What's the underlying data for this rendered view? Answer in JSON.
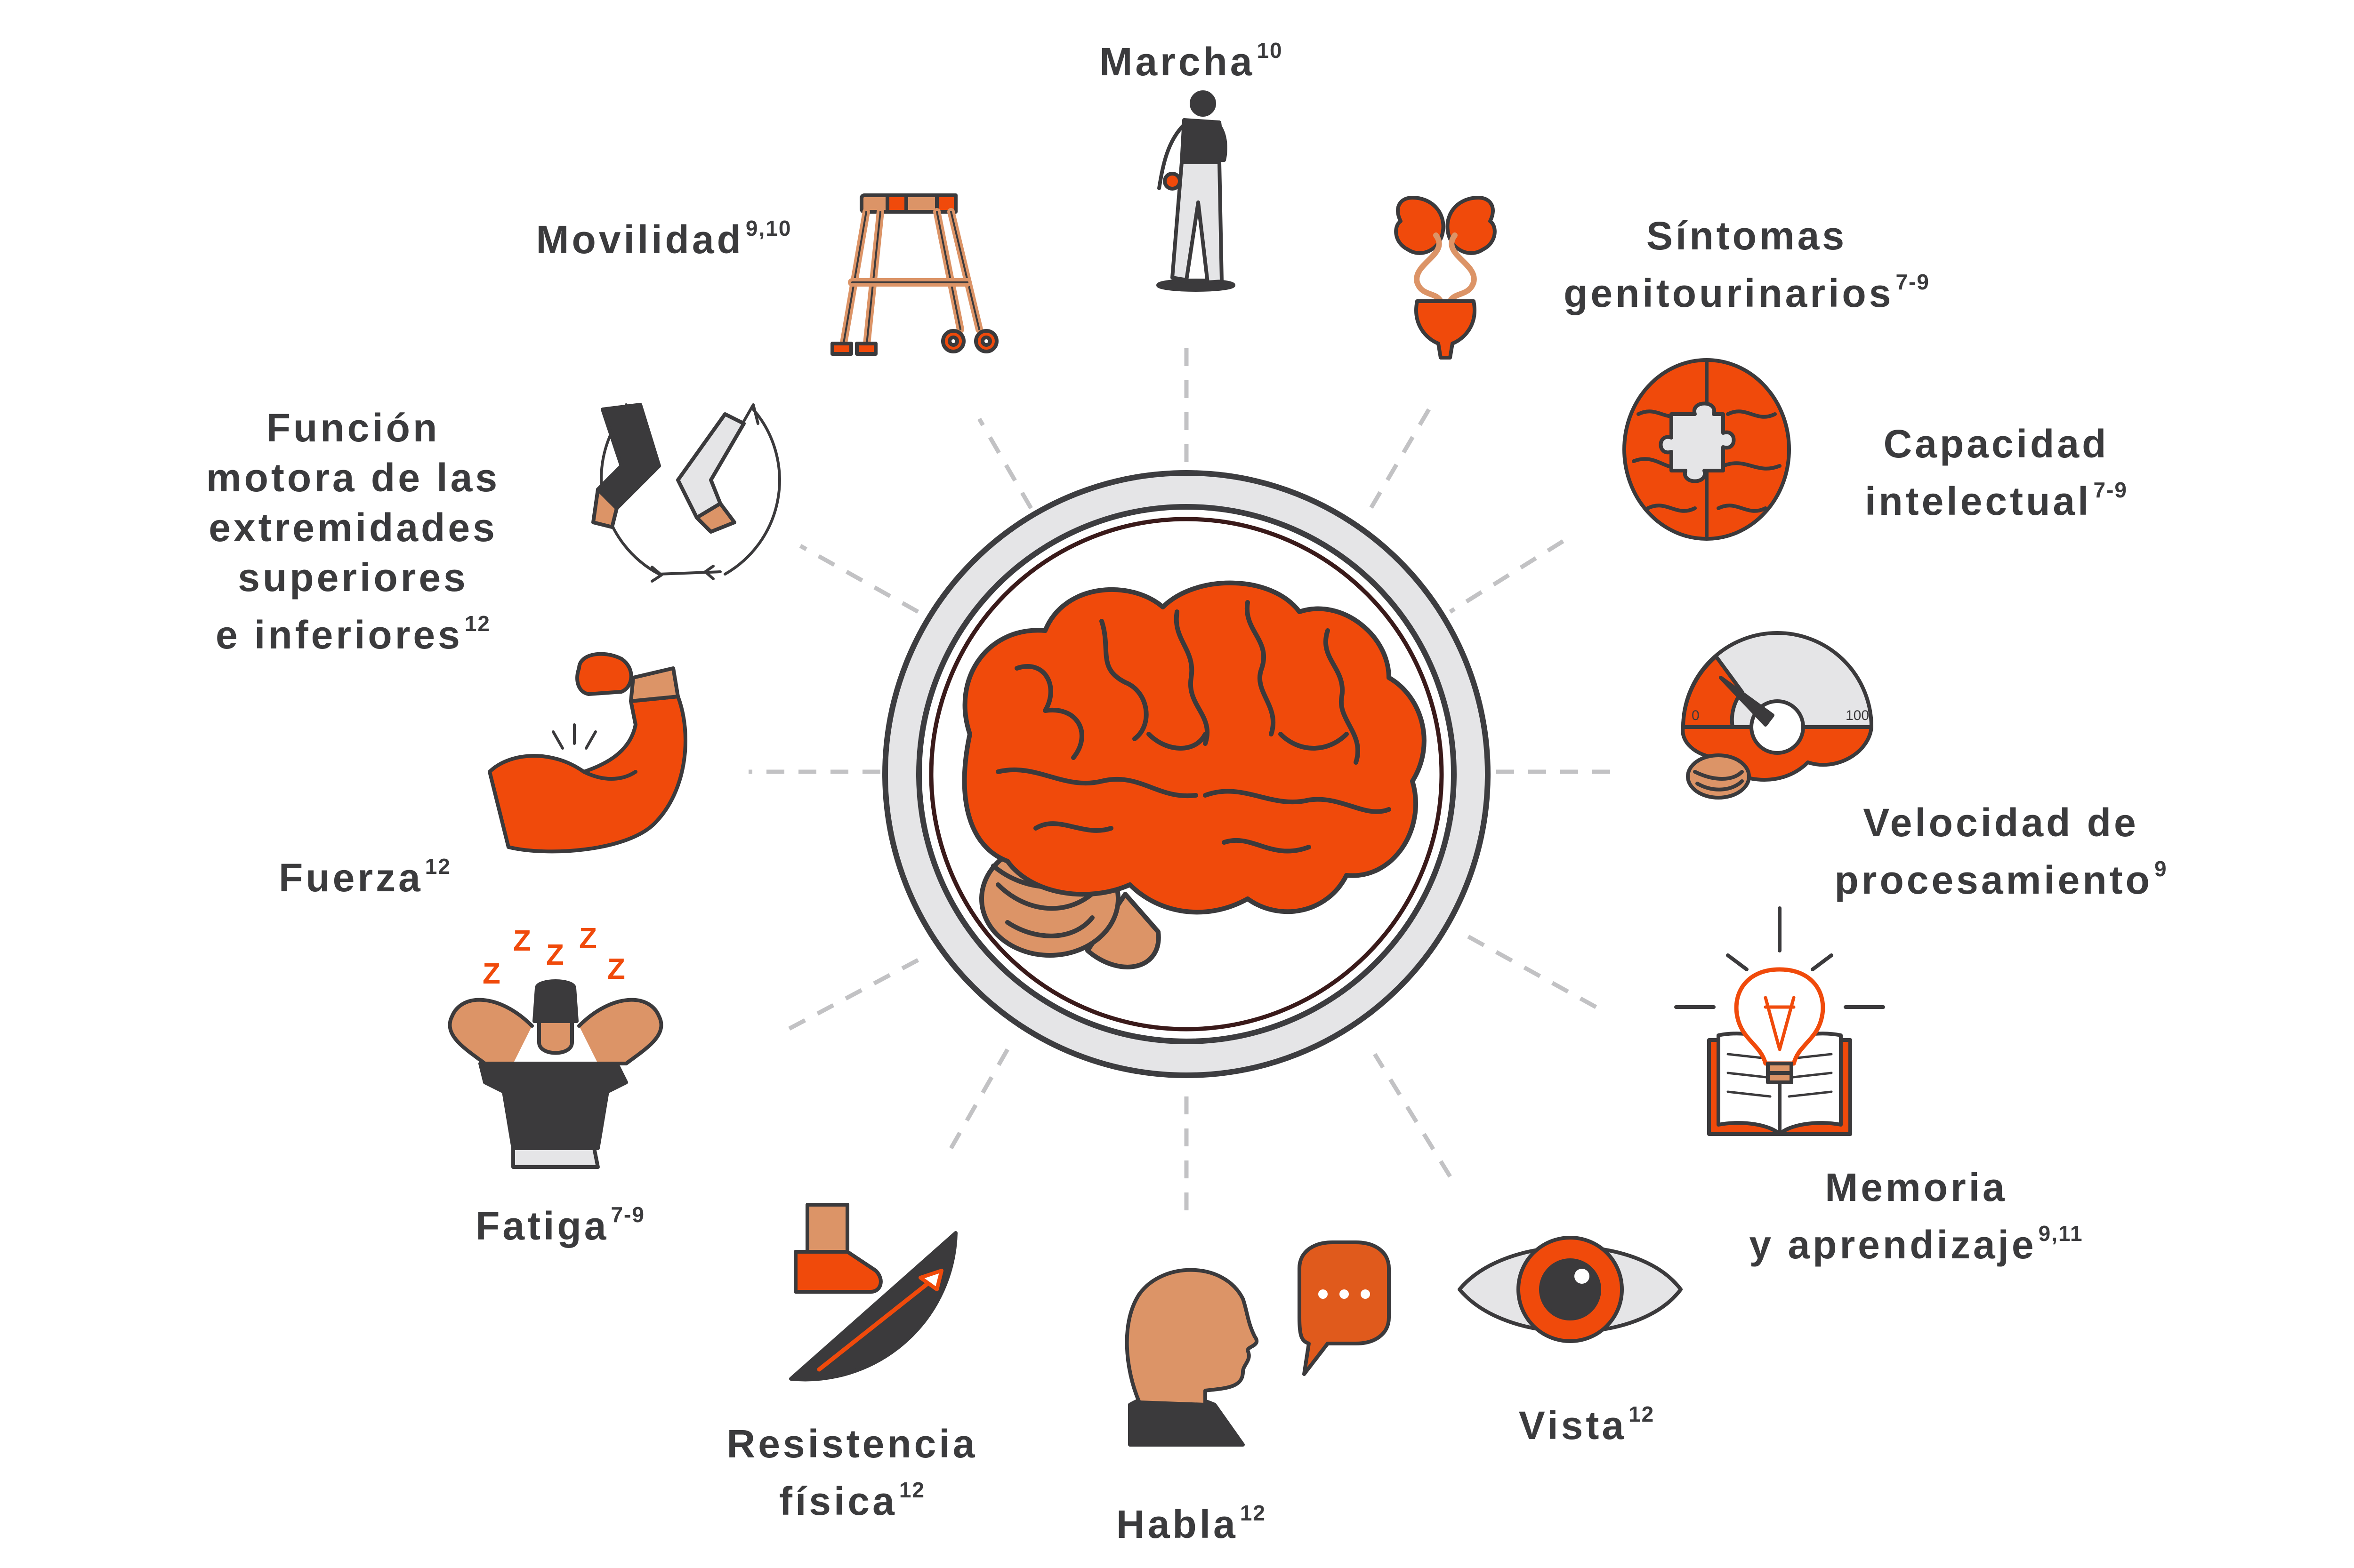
{
  "palette": {
    "orange": "#f04a0b",
    "orange_dark": "#c23a0a",
    "tan": "#dc9467",
    "dark": "#3b3a3c",
    "ring_gray": "#e5e5e7",
    "ring_stroke": "#3d3d40",
    "inner_ring": "#3a1a1a",
    "dash_gray": "#c2c2c4",
    "label": "#3b3b3d"
  },
  "center": {
    "icon": "brain-icon"
  },
  "items": [
    {
      "key": "marcha",
      "icon": "walking-person-icon",
      "lines": [
        "Marcha"
      ],
      "sup": "10"
    },
    {
      "key": "sintomas",
      "icon": "urinary-system-icon",
      "lines": [
        "Síntomas",
        "genitourinarios"
      ],
      "sup": "7-9"
    },
    {
      "key": "capacidad",
      "icon": "brain-puzzle-icon",
      "lines": [
        "Capacidad",
        "intelectual"
      ],
      "sup": "7-9"
    },
    {
      "key": "velocidad",
      "icon": "speedometer-brain-icon",
      "lines": [
        "Velocidad de",
        "procesamiento"
      ],
      "sup": "9",
      "gauge_min": "0",
      "gauge_max": "100"
    },
    {
      "key": "memoria",
      "icon": "lightbulb-book-icon",
      "lines": [
        "Memoria",
        "y aprendizaje"
      ],
      "sup": "9,11"
    },
    {
      "key": "vista",
      "icon": "eye-icon",
      "lines": [
        "Vista"
      ],
      "sup": "12"
    },
    {
      "key": "habla",
      "icon": "speaking-head-icon",
      "lines": [
        "Habla"
      ],
      "sup": "12"
    },
    {
      "key": "resistencia",
      "icon": "pedal-gauge-icon",
      "lines": [
        "Resistencia",
        "física"
      ],
      "sup": "12"
    },
    {
      "key": "fatiga",
      "icon": "tired-woman-icon",
      "lines": [
        "Fatiga"
      ],
      "sup": "7-9",
      "sleep_glyph": "Z"
    },
    {
      "key": "fuerza",
      "icon": "flexed-arm-icon",
      "lines": [
        "Fuerza"
      ],
      "sup": "12"
    },
    {
      "key": "funcion",
      "icon": "limbs-rotation-icon",
      "lines": [
        "Función",
        "motora de las",
        "extremidades",
        "superiores",
        "e inferiores"
      ],
      "sup": "12"
    },
    {
      "key": "movilidad",
      "icon": "walker-icon",
      "lines": [
        "Movilidad"
      ],
      "sup": "9,10"
    }
  ]
}
